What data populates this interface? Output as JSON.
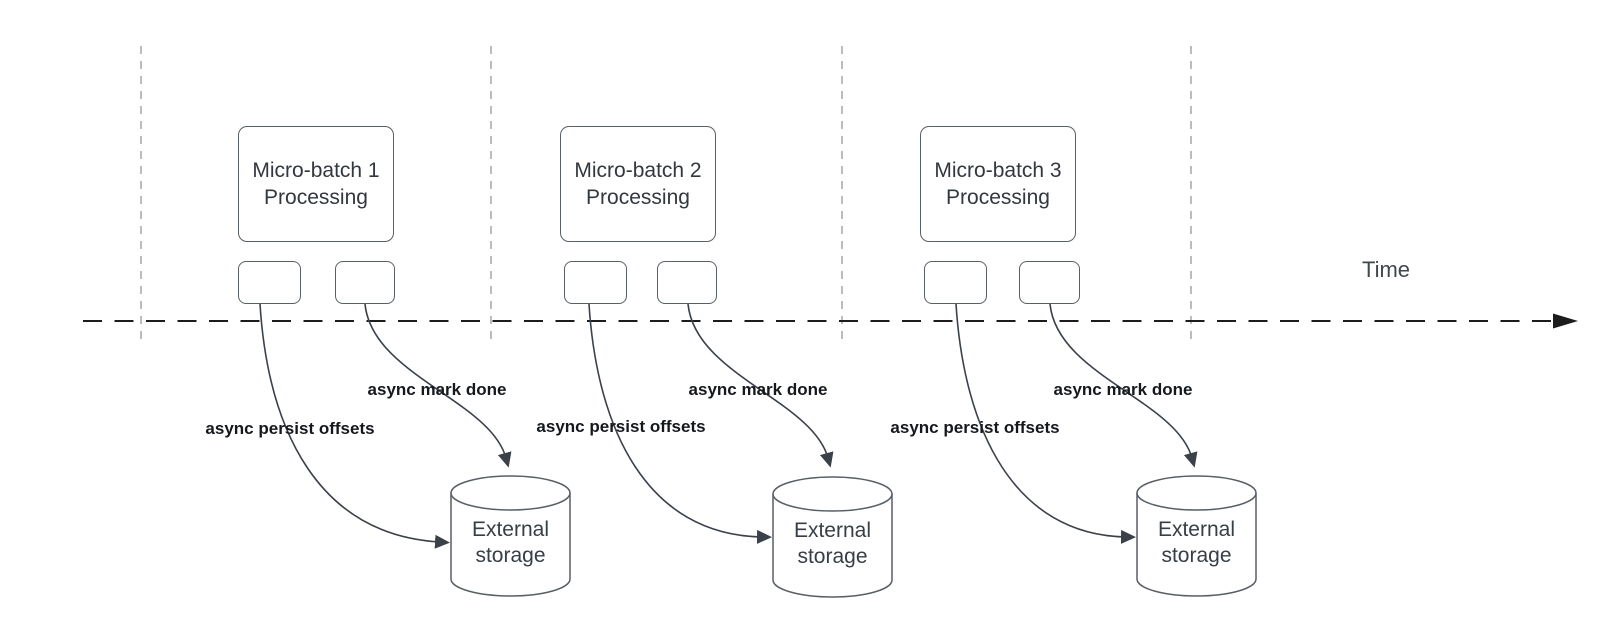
{
  "time_axis": {
    "label": "Time"
  },
  "colors": {
    "arrow": "#3a4149",
    "axis_line": "#1c1c1c",
    "guide_line": "#a6a6a6",
    "shape_border": "#585f66",
    "shape_fill": "#ffffff",
    "label_text": "#15181d",
    "body_text": "#33383f"
  },
  "sections": [
    {
      "processing_label": "Micro-batch 1\nProcessing",
      "persist_label": "async persist offsets",
      "mark_done_label": "async mark done",
      "storage_label": "External\nstorage"
    },
    {
      "processing_label": "Micro-batch 2\nProcessing",
      "persist_label": "async persist offsets",
      "mark_done_label": "async mark done",
      "storage_label": "External\nstorage"
    },
    {
      "processing_label": "Micro-batch 3\nProcessing",
      "persist_label": "async persist offsets",
      "mark_done_label": "async mark done",
      "storage_label": "External\nstorage"
    }
  ]
}
